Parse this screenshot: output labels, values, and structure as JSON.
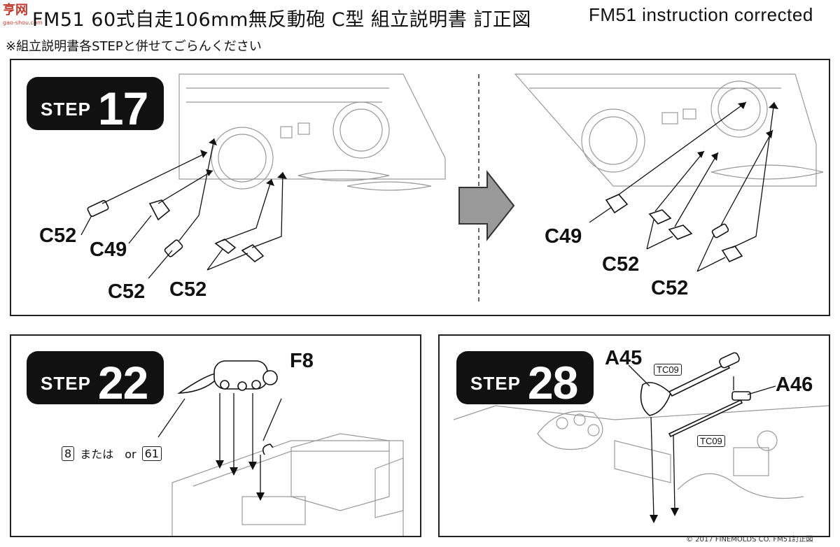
{
  "header": {
    "title_jp": "FM51 60式自走106mm無反動砲 C型 組立説明書 訂正図",
    "title_en": "FM51 instruction corrected",
    "subtitle": "※組立説明書各STEPと併せてごらんください",
    "watermark_text": "亨网",
    "watermark_sub": "gao-shou.com"
  },
  "step17": {
    "word": "STEP",
    "number": "17",
    "left_labels": [
      "C52",
      "C49",
      "C52",
      "C52"
    ],
    "right_labels": [
      "C49",
      "C52",
      "C52"
    ]
  },
  "step22": {
    "word": "STEP",
    "number": "22",
    "part_label": "F8",
    "alt_a": "8",
    "alt_mid": "または　or",
    "alt_b": "61"
  },
  "step28": {
    "word": "STEP",
    "number": "28",
    "label_a": "A45",
    "label_b": "A46",
    "tag1": "TC09",
    "tag2": "TC09"
  },
  "footer": {
    "copyright": "© 2017 FINEMOLDS CO.  FM51訂正図"
  }
}
